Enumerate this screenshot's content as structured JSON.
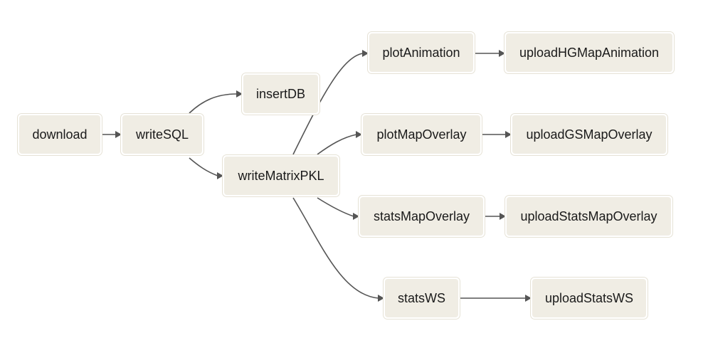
{
  "diagram": {
    "nodes": [
      {
        "id": "download",
        "label": "download"
      },
      {
        "id": "writeSQL",
        "label": "writeSQL"
      },
      {
        "id": "insertDB",
        "label": "insertDB"
      },
      {
        "id": "writeMatrixPKL",
        "label": "writeMatrixPKL"
      },
      {
        "id": "plotAnimation",
        "label": "plotAnimation"
      },
      {
        "id": "uploadHGMapAnimation",
        "label": "uploadHGMapAnimation"
      },
      {
        "id": "plotMapOverlay",
        "label": "plotMapOverlay"
      },
      {
        "id": "uploadGSMapOverlay",
        "label": "uploadGSMapOverlay"
      },
      {
        "id": "statsMapOverlay",
        "label": "statsMapOverlay"
      },
      {
        "id": "uploadStatsMapOverlay",
        "label": "uploadStatsMapOverlay"
      },
      {
        "id": "statsWS",
        "label": "statsWS"
      },
      {
        "id": "uploadStatsWS",
        "label": "uploadStatsWS"
      }
    ],
    "edges": [
      {
        "from": "download",
        "to": "writeSQL"
      },
      {
        "from": "writeSQL",
        "to": "insertDB"
      },
      {
        "from": "writeSQL",
        "to": "writeMatrixPKL"
      },
      {
        "from": "writeMatrixPKL",
        "to": "plotAnimation"
      },
      {
        "from": "writeMatrixPKL",
        "to": "plotMapOverlay"
      },
      {
        "from": "writeMatrixPKL",
        "to": "statsMapOverlay"
      },
      {
        "from": "writeMatrixPKL",
        "to": "statsWS"
      },
      {
        "from": "plotAnimation",
        "to": "uploadHGMapAnimation"
      },
      {
        "from": "plotMapOverlay",
        "to": "uploadGSMapOverlay"
      },
      {
        "from": "statsMapOverlay",
        "to": "uploadStatsMapOverlay"
      },
      {
        "from": "statsWS",
        "to": "uploadStatsWS"
      }
    ]
  },
  "colors": {
    "node_fill": "#f0ede4",
    "node_border": "#ffffff",
    "edge": "#555555",
    "text": "#1a1a1a",
    "background": "#ffffff"
  }
}
